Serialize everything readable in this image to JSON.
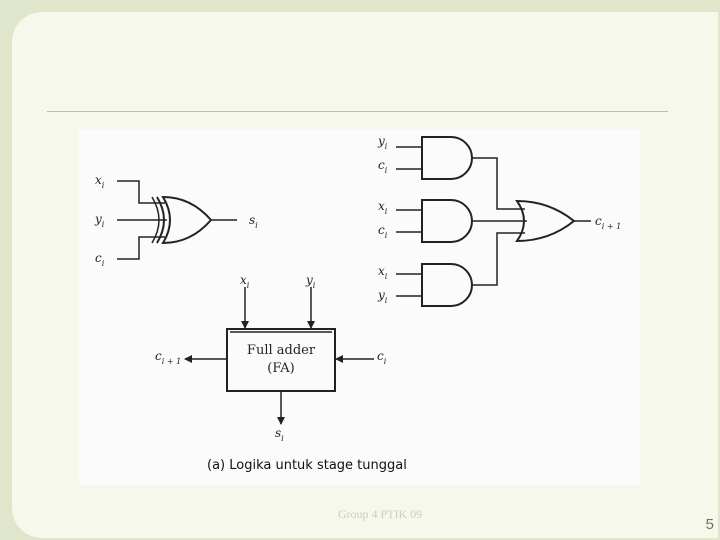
{
  "diagram": {
    "xor_inputs": [
      {
        "var": "x",
        "sub": "i"
      },
      {
        "var": "y",
        "sub": "i"
      },
      {
        "var": "c",
        "sub": "i"
      }
    ],
    "xor_output": {
      "var": "s",
      "sub": "i"
    },
    "and_gates": [
      {
        "inputs": [
          {
            "var": "y",
            "sub": "i"
          },
          {
            "var": "c",
            "sub": "i"
          }
        ]
      },
      {
        "inputs": [
          {
            "var": "x",
            "sub": "i"
          },
          {
            "var": "c",
            "sub": "i"
          }
        ]
      },
      {
        "inputs": [
          {
            "var": "x",
            "sub": "i"
          },
          {
            "var": "y",
            "sub": "i"
          }
        ]
      }
    ],
    "or_output": {
      "var": "c",
      "sub": "i + 1"
    },
    "fa_block": {
      "line1": "Full adder",
      "line2": "(FA)",
      "top_inputs": [
        {
          "var": "x",
          "sub": "i"
        },
        {
          "var": "y",
          "sub": "i"
        }
      ],
      "left_output": {
        "var": "c",
        "sub": "i + 1"
      },
      "right_input": {
        "var": "c",
        "sub": "i"
      },
      "bottom_output": {
        "var": "s",
        "sub": "i"
      }
    },
    "caption": "(a) Logika untuk stage tunggal"
  },
  "footer": {
    "text": "Group 4 PTIK 09"
  },
  "page_number": "5"
}
